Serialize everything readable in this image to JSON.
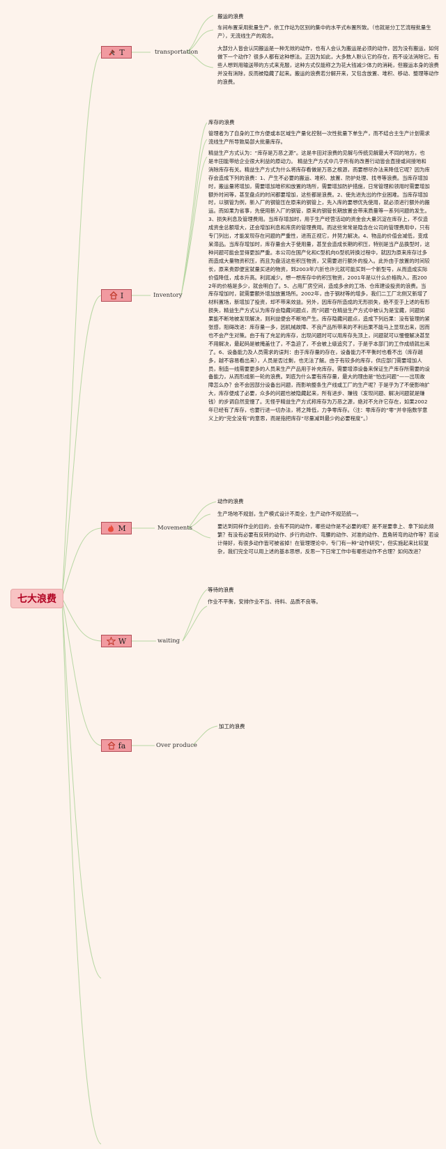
{
  "root": {
    "title": "七大浪费"
  },
  "colors": {
    "node_fill": "#f19aa0",
    "node_border": "#b24b55",
    "line": "#b8d7a4",
    "background": "#fdf3ec"
  },
  "branches": [
    {
      "key": "T",
      "icon": "tools-icon",
      "label": "transportation",
      "title": "搬运的浪费",
      "paragraphs": [
        "车间布置采用批量生产，依工作站为区别的集中的水平式布置所致。（也就是分工艺流程批量生产），无流线生产的观念。",
        "大部分人皆会认同搬运是一种无效的动作，也有人会认为搬运是必须的动作，因为没有搬运，如何做下一个动作？很多人都有这种想法。正因为如此，大多数人默认它的存在，而不设法消除它。有些人想到用输送带的方式来克服，这种方式仅能称之为花大钱减少体力的消耗，但搬运本身的浪费并没有消除，反而被隐藏了起来。搬运的浪费若分解开来，又包含放置、堆积、移动、整理等动作的浪费。"
      ]
    },
    {
      "key": "I",
      "icon": "house-icon",
      "label": "Inventory",
      "title": "库存的浪费",
      "paragraphs": [
        "管理者为了自身的工作方便或本区域生产量化控制一次性批量下单生产，而不结合主生产计划需求流线生产所导致局部大批量库存。",
        "精益生产方式认为：“库存是万恶之源”。这是丰田对浪费的见解与传统见解最大不同的地方，也是丰田能带给企业很大利益的原动力。 精益生产方式中几乎所有的改善行动皆会直接或间接地和消除库存有关。精益生产方式为什么将库存看做是万恶之根源，而要想尽办法来降低它呢？因为库存会造成下列的浪费：1、产生不必要的搬运、堆积、放置、防护处理、找寻等浪费。当库存增加时，搬运量将增加，需要增加堆积和放置的场所，需要增加防护措施，日常管理和领用时需要增加额外时间等，甚至盘点的时间都要增加，这些都是浪费。2、使先进先出的作业困难。当库存增加时，以钢管为例，新入厂的钢管压在原来的钢管上，先入库的要想优先使用，就必须进行额外的搬运。而如果为省事，先使用新入厂的钢管，原来的钢管长期放置会带来质量等一系列问题的发生。3、损失利息及管理费用。当库存增加时，用于生产经营活动的资金会大量沉淀在库存上，不仅造成资金总额增大，还会增加利息和库房的管理费用。而这些常常是隐含在公司的管理费用中，只有专门列出，才能发现存在问题的严重性，进而正视它，并努力解决。4、物品的价值会减低，变成呆滞品。当库存增加时，库存量会大于使用量，甚至会造成长期的积压，特别是当产品换型时，这种问题可能会显得更加严重。本公司在国产化和C型机向G型机转换过程中，就因为原来库存过多而造成大量物资积压，而且为盘活这些积压物资，又需要进行额外的投入。此外由于放置的时间较长，原来贵即便宜就量买进的物资，到2003年六折也许元就可能买到一个新型号，从而造成实际价值降低，成本升高。利润减少。想一想库存中的积压物资，2001年是以什么价格购入，而2002年的价格是多少，就会明白了。5、占用厂房空间，造成多余的工场、仓库建设投资的浪费。当库存增加时，就需要额外增加放置场所。2002年，由于钢材等的增多，我们二工厂北侧又新增了材料置场，新增加了投资，却不带来效益。另外，因库存所造成的无形损失，绝不亚于上述的有形损失，精益生产方式认为库存会隐藏问题点，而“问题”在精益生产方式中被认为是宝藏，问题如果能不断地被发现解决，则利益便会不断地产生。库存隐藏问题点，造成下列后果：没有管理的紧张感，阻碍改进：库存量一多，因机械故障、不良产品所带来的不利后果不能马上显现出来，因而也不会产生对策。由于有了充足的库存，出现问题时可以用库存先顶上，问题就可以慢慢解决甚至不用解决，最起码是被掩盖住了，不急迫了，不会被上级追究了，于是乎本部门的工作成绩就出来了。6、设备能力及人员需求的误判：由于库存量的存在，设备能力不平衡时也看不出（库存越多，越不容易看出来），人员是否过剩，也无法了解。由于有较多的库存，供应部门需要增加人员，制造一线需要更多的人员来生产产品用于补充库存。需要增添设备来保证生产库存所需要的设备能力，从而形成新一轮的浪费。到底为什么要有库存量，最大的理由是“怕出问题”——出现故障怎么办？会不会因部分设备出问题，而影响整条生产线或工厂的生产呢？于是乎为了不使影响扩大，库存便成了必要，众多的问题也被隐藏起来，所有进步、赚钱（发现问题、解决问题就是赚钱）的步调自然变慢了。无怪乎精益生产方式称库存为万恶之源，绝对不允许它存在，如果2002年已经有了库存，也要行进一切办法，将之降低，力争零库存。（注：零库存的“零”并非指数学意义上的“完全没有”的意思，而是指把库存“尽量减到最少的必要程度”。）"
      ]
    },
    {
      "key": "M",
      "icon": "fire-icon",
      "label": "Movements",
      "title": "动作的浪费",
      "paragraphs": [
        "生产场地不规划，生产模式设计不周全，生产动作不规范统一。",
        "要达到同样作业的目的，会有不同的动作，哪些动作是不必要的呢？是不是要拿上、拿下如此频繁？有没有必要有反转的动作、步行的动作、弯腰的动作、对准的动作、直角转弯的动作等？若设计得好，有很多动作皆可被省掉！在管理理论中，专门有一种“动作研究”，但实施起来比较复杂，我们完全可以用上述的基本思想，反思一下日常工作中有哪些动作不合理？如何改进？"
      ]
    },
    {
      "key": "W",
      "icon": "star-icon",
      "label": "waiting",
      "title": "等待的浪费",
      "paragraphs": [
        "作业不平衡，安排作业不当、待料、品质不良等。"
      ]
    },
    {
      "key": "fa",
      "icon": "flag-icon",
      "label": "Over produce",
      "title": "加工的浪费",
      "paragraphs": []
    }
  ]
}
